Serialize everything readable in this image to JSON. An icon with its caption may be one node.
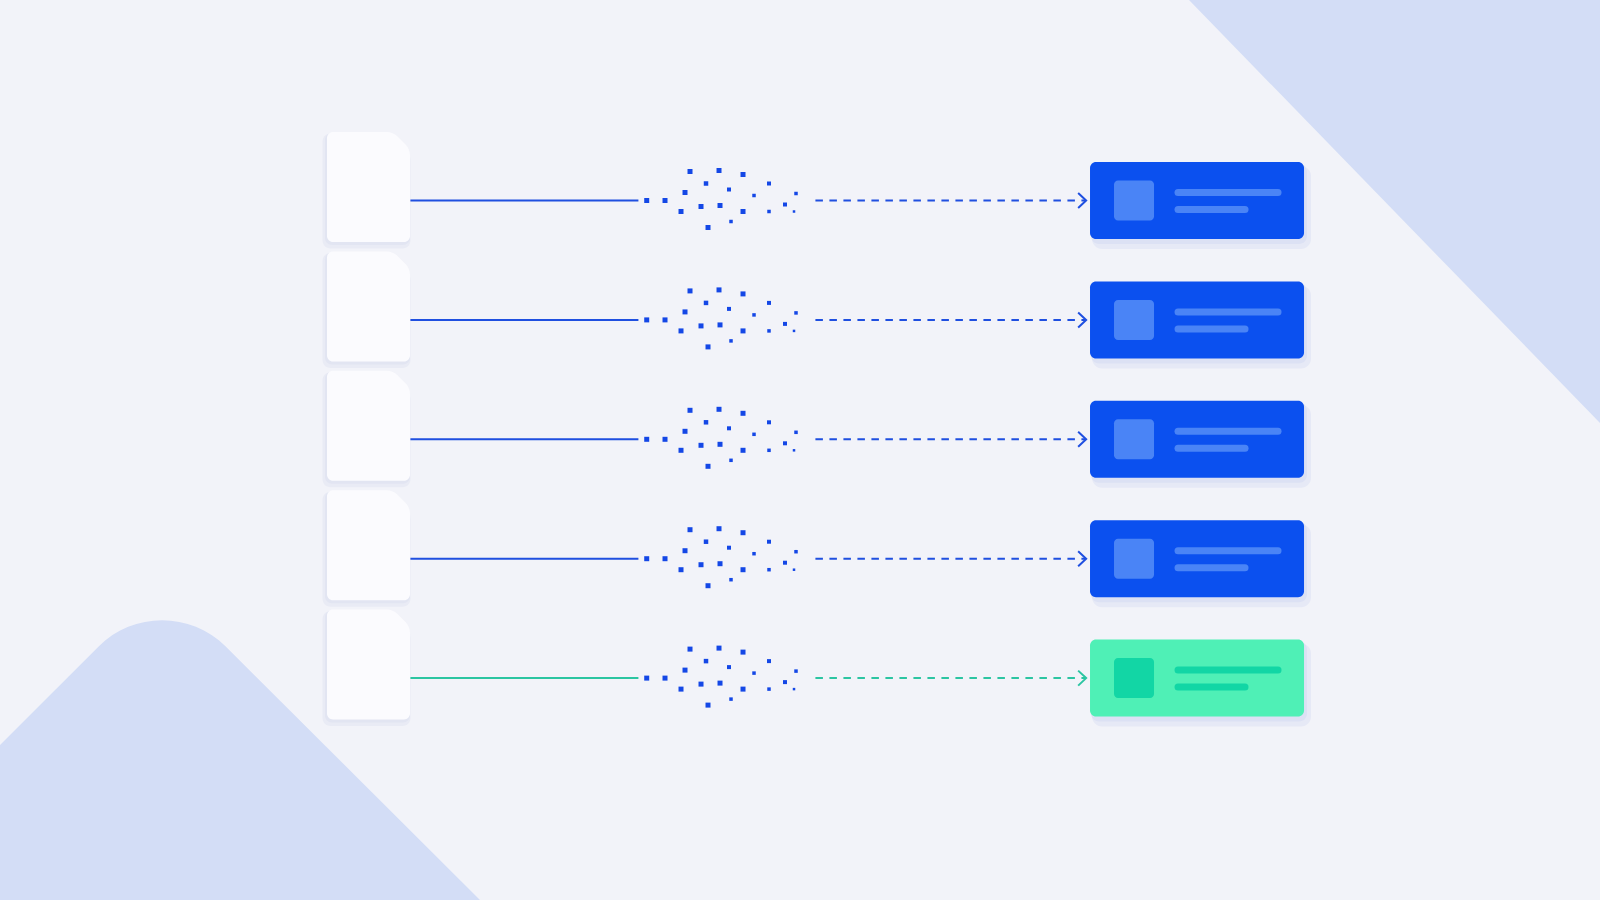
{
  "diagram": {
    "nodes": [
      {
        "text": [],
        "shape": "document"
      },
      {
        "text": [],
        "shape": "box"
      },
      {
        "text": [],
        "shape": "document"
      },
      {
        "text": [],
        "shape": "box"
      },
      {
        "text": [],
        "shape": "document"
      },
      {
        "text": [],
        "shape": "box"
      },
      {
        "text": [],
        "shape": "document"
      },
      {
        "text": [],
        "shape": "box"
      },
      {
        "text": [],
        "shape": "document"
      },
      {
        "text": [],
        "shape": "box"
      }
    ],
    "edges": [
      {
        "from": 0,
        "to": 1,
        "arrow": "to"
      },
      {
        "from": 2,
        "to": 3,
        "arrow": "to"
      },
      {
        "from": 4,
        "to": 5,
        "arrow": "to"
      },
      {
        "from": 6,
        "to": 7,
        "arrow": "to"
      },
      {
        "from": 8,
        "to": 9,
        "arrow": "to",
        "color": "#2cc5a2"
      }
    ]
  }
}
